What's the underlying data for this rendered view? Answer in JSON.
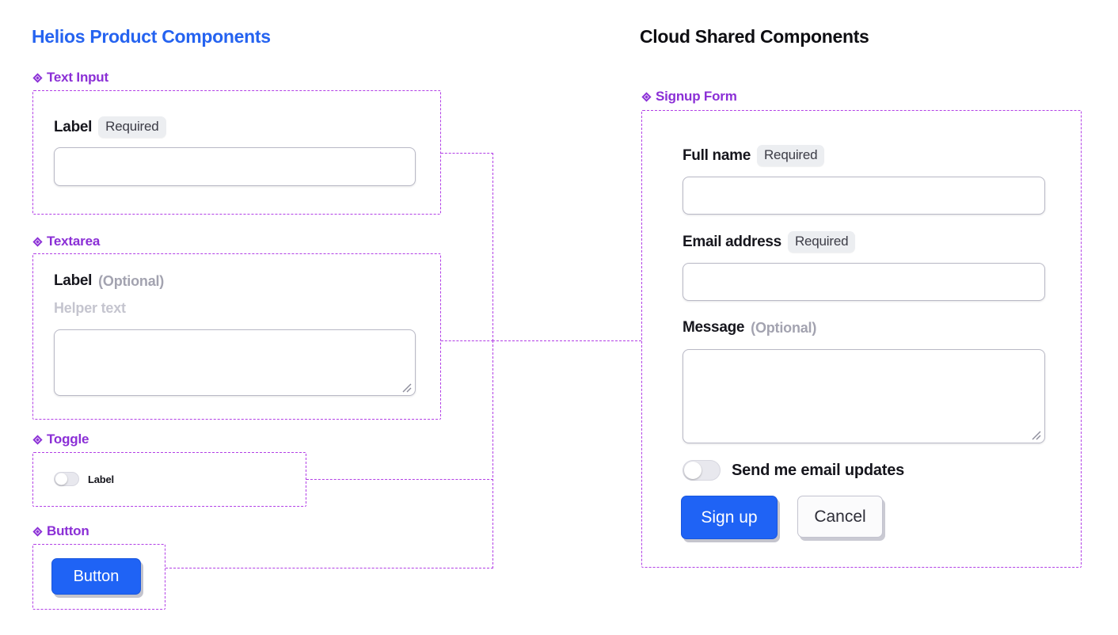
{
  "panels": {
    "left": {
      "title": "Helios Product Components",
      "title_color": "#2563f0",
      "groups": [
        {
          "name": "Text Input",
          "icon": "diamond-icon",
          "label": "Label",
          "badge": "Required"
        },
        {
          "name": "Textarea",
          "icon": "diamond-icon",
          "label": "Label",
          "badge": "(Optional)",
          "helper": "Helper text"
        },
        {
          "name": "Toggle",
          "icon": "diamond-icon",
          "label": "Label",
          "state": "off"
        },
        {
          "name": "Button",
          "icon": "diamond-icon",
          "label": "Button"
        }
      ]
    },
    "right": {
      "title": "Cloud Shared Components",
      "title_color": "#0e0e12",
      "group": {
        "name": "Signup Form",
        "icon": "diamond-icon"
      },
      "fields": [
        {
          "label": "Full name",
          "badge": "Required",
          "type": "text"
        },
        {
          "label": "Email address",
          "badge": "Required",
          "type": "text"
        },
        {
          "label": "Message",
          "badge": "(Optional)",
          "type": "textarea"
        }
      ],
      "toggle": {
        "label": "Send me email updates",
        "state": "off"
      },
      "buttons": {
        "primary": "Sign up",
        "secondary": "Cancel"
      }
    }
  },
  "colors": {
    "accent_blue": "#1f63f5",
    "group_purple": "#8b2fd6",
    "dashed_purple": "#b23fe6",
    "badge_bg": "#eceef1",
    "muted_text": "#a3a3b0",
    "helper_text": "#c5c5cf"
  }
}
